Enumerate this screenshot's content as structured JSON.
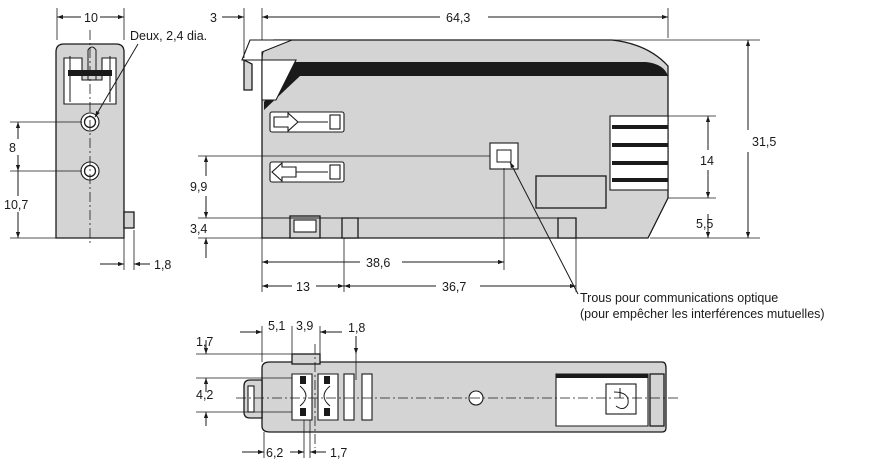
{
  "dims": {
    "left_width": "10",
    "left_hole_label": "Deux, 2,4 dia.",
    "left_8": "8",
    "left_10_7": "10,7",
    "left_1_8": "1,8",
    "top_3": "3",
    "top_64_3": "64,3",
    "right_31_5": "31,5",
    "right_14": "14",
    "right_5_5": "5,5",
    "mid_9_9": "9,9",
    "mid_3_4": "3,4",
    "mid_38_6": "38,6",
    "mid_13": "13",
    "mid_36_7": "36,7",
    "bot_5_1": "5,1",
    "bot_3_9": "3,9",
    "bot_1_8": "1,8",
    "bot_1_7_left": "1,7",
    "bot_4_2": "4,2",
    "bot_6_2": "6,2",
    "bot_1_7_bottom": "1,7"
  },
  "annotation": {
    "line1": "Trous pour communications optique",
    "line2": "(pour empêcher les interférences mutuelles)"
  }
}
